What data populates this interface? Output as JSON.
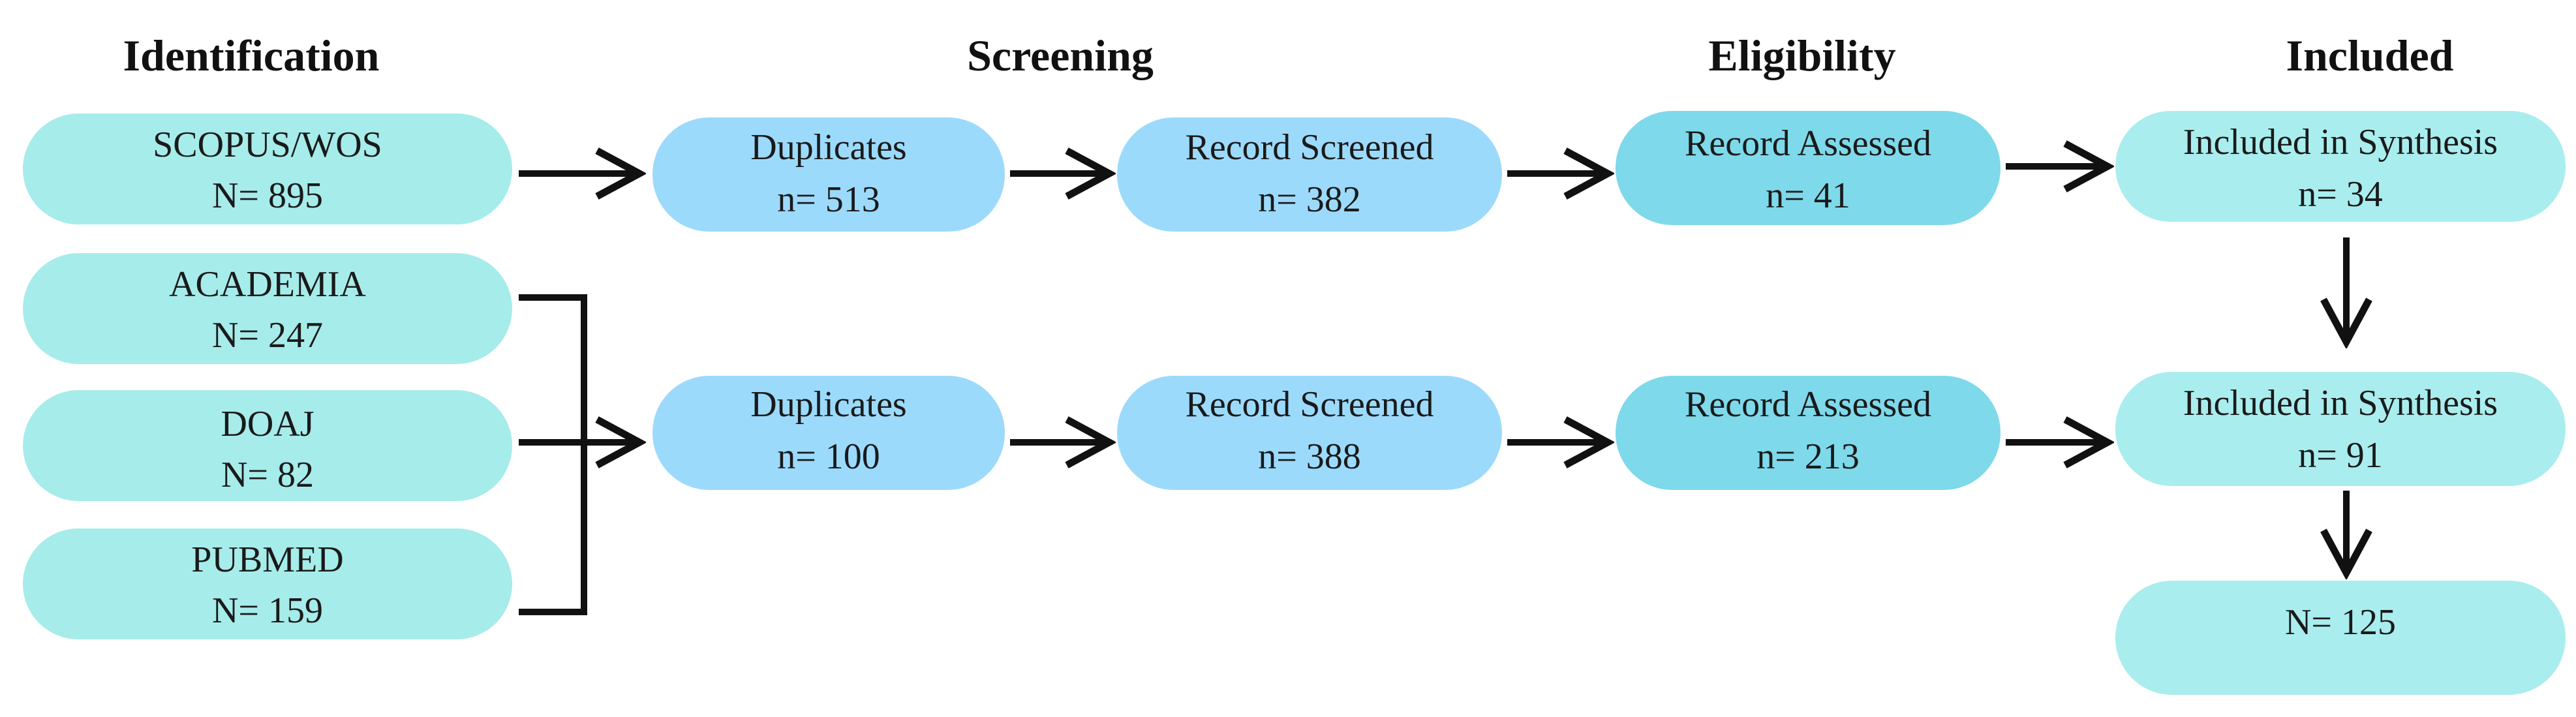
{
  "colors": {
    "teal_box": "#a6ecea",
    "blue_box": "#9cdafc",
    "assessed_box": "#7ed9ea",
    "included_box": "#aaedee",
    "arrow": "#111111"
  },
  "stages": {
    "identification": "Identification",
    "screening": "Screening",
    "eligibility": "Eligibility",
    "included": "Included"
  },
  "sources": {
    "scopus_wos": {
      "line1": "SCOPUS/WOS",
      "line2": "N= 895"
    },
    "academia": {
      "line1": "ACADEMIA",
      "line2": "N= 247"
    },
    "doaj": {
      "line1": "DOAJ",
      "line2": "N= 82"
    },
    "pubmed": {
      "line1": "PUBMED",
      "line2": "N= 159"
    }
  },
  "top_flow": {
    "duplicates": {
      "line1": "Duplicates",
      "line2": "n= 513"
    },
    "screened": {
      "line1": "Record Screened",
      "line2": "n= 382"
    },
    "assessed": {
      "line1": "Record Assessed",
      "line2": "n= 41"
    },
    "included": {
      "line1": "Included in Synthesis",
      "line2": "n= 34"
    }
  },
  "bottom_flow": {
    "duplicates": {
      "line1": "Duplicates",
      "line2": "n= 100"
    },
    "screened": {
      "line1": "Record Screened",
      "line2": "n= 388"
    },
    "assessed": {
      "line1": "Record Assessed",
      "line2": "n= 213"
    },
    "included": {
      "line1": "Included in Synthesis",
      "line2": "n= 91"
    }
  },
  "total": {
    "label": "N= 125"
  }
}
